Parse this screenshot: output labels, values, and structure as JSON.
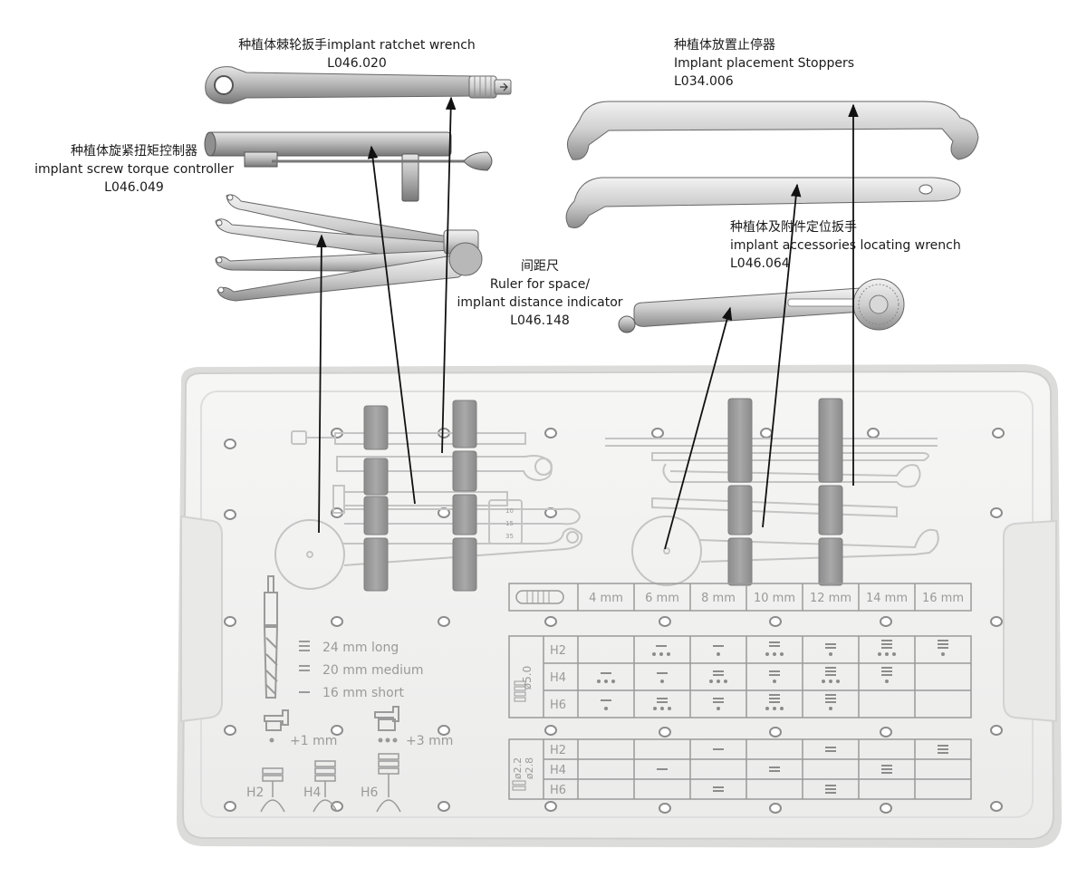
{
  "callouts": {
    "ratchet": {
      "zh": "种植体棘轮扳手implant ratchet wrench",
      "code": "L046.020"
    },
    "torque": {
      "zh": "种植体旋紧扭矩控制器",
      "en": "implant screw torque controller",
      "code": "L046.049"
    },
    "ruler": {
      "zh": "间距尺",
      "en1": "Ruler for space/",
      "en2": "implant distance indicator",
      "code": "L046.148"
    },
    "stoppers": {
      "zh": "种植体放置止停器",
      "en": "Implant placement Stoppers",
      "code": "L034.006"
    },
    "locating": {
      "zh": "种植体及附件定位扳手",
      "en": "implant accessories locating wrench",
      "code": "L046.064"
    }
  },
  "tray": {
    "drill_lengths": [
      "24 mm long",
      "20 mm medium",
      "16 mm short"
    ],
    "offsets": [
      "+1 mm",
      "+3 mm"
    ],
    "heights": [
      "H2",
      "H4",
      "H6"
    ],
    "size_headers": [
      "4 mm",
      "6 mm",
      "8 mm",
      "10 mm",
      "12 mm",
      "14 mm",
      "16 mm"
    ],
    "diameter_5": "ø5.0",
    "diameter_small_1": "ø2.2",
    "diameter_small_2": "ø2.8",
    "torque_marks": [
      "10",
      "15",
      "35"
    ]
  },
  "colors": {
    "tray": "#f1f1f0",
    "tray_edge": "#d8d8d6",
    "silicone": "#9e9e9e",
    "steel": "#bdbdbd",
    "line_art": "#c4c4c4",
    "arrow": "#111111"
  }
}
